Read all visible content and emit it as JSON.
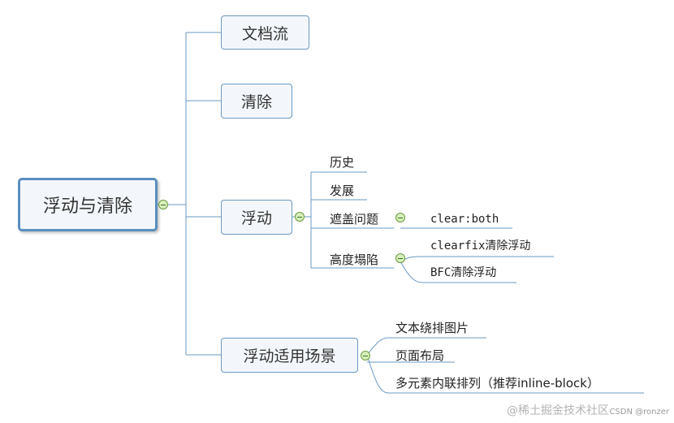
{
  "mindmap": {
    "root": "浮动与清除",
    "topics": {
      "doc_flow": "文档流",
      "clear": "清除",
      "float": "浮动",
      "use_cases": "浮动适用场景"
    },
    "float_items": {
      "history": "历史",
      "development": "发展",
      "overlap": "遮盖问题",
      "overlap_clear": "clear:both",
      "collapse": "高度塌陷",
      "collapse_clearfix": "clearfix清除浮动",
      "collapse_bfc": "BFC清除浮动"
    },
    "use_case_items": {
      "text_wrap": "文本绕排图片",
      "page_layout": "页面布局",
      "multi_inline": "多元素内联排列（推荐inline-block）"
    }
  },
  "watermark": {
    "main": "@稀土掘金技术社区",
    "overlay": "CSDN @ronzer"
  },
  "colors": {
    "line": "#6a98c2",
    "node_fill": "#f3f7fb",
    "toggle_fill": "#d7efbd"
  }
}
